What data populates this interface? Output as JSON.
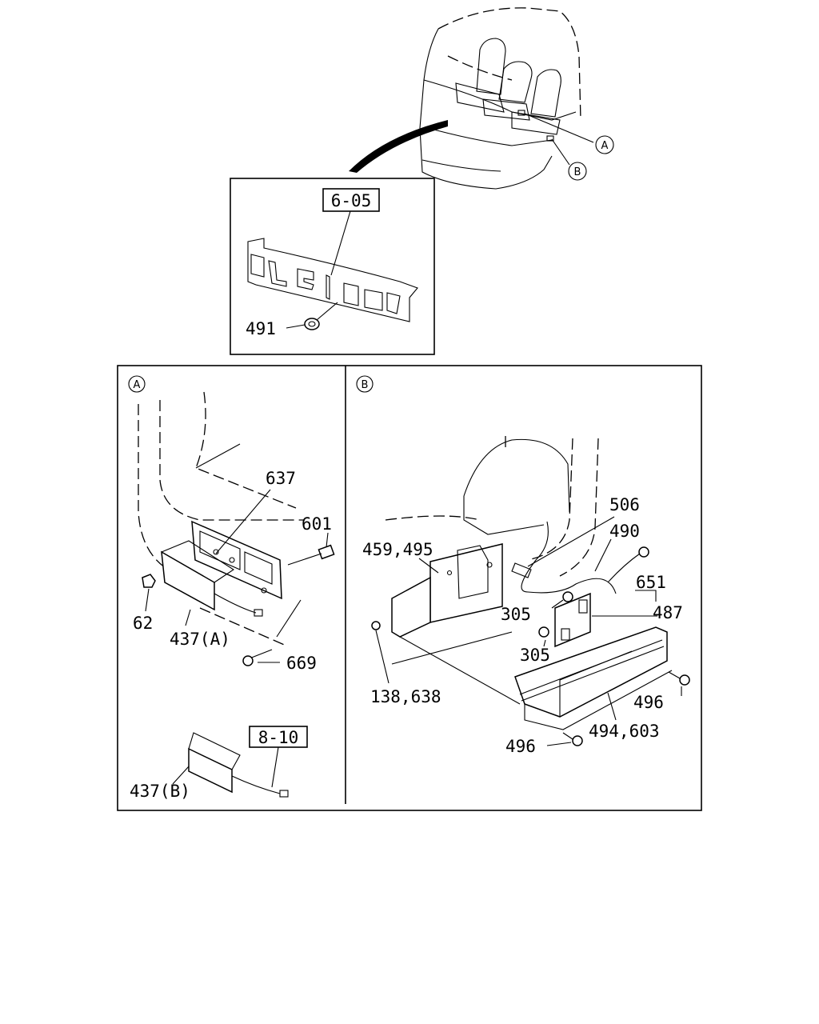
{
  "callouts": {
    "circle_a": "A",
    "circle_b": "B",
    "ref_inset": "6-05",
    "ref_a": "8-10"
  },
  "labels": {
    "p491": "491",
    "p637": "637",
    "p601": "601",
    "p62": "62",
    "p437a": "437(A)",
    "p669": "669",
    "p437b": "437(B)",
    "p506": "506",
    "p490": "490",
    "p459": "459,495",
    "p651": "651",
    "p487": "487",
    "p305a": "305",
    "p305b": "305",
    "p138": "138,638",
    "p496a": "496",
    "p494": "494,603",
    "p496b": "496"
  },
  "panels": {
    "a_title": "A",
    "b_title": "B"
  }
}
